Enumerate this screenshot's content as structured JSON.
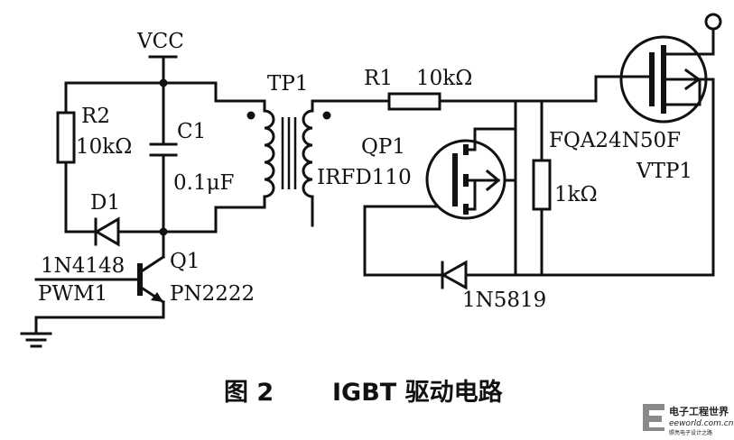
{
  "labels": {
    "vcc": "VCC",
    "r2": "R2",
    "r2_value": "10kΩ",
    "c1": "C1",
    "c1_value": "0.1μF",
    "d1": "D1",
    "d1_part": "1N4148",
    "q1": "Q1",
    "q1_part": "PN2222",
    "pwm": "PWM1",
    "tp1": "TP1",
    "r1": "R1",
    "r1_value": "10kΩ",
    "qp1": "QP1",
    "qp1_part": "IRFD110",
    "r_gate_value": "1kΩ",
    "vtp1_part": "FQA24N50F",
    "vtp1": "VTP1",
    "d2_part": "1N5819"
  },
  "caption": {
    "figure": "图 2",
    "title": "IGBT 驱动电路"
  },
  "watermark": {
    "line1": "电子工程世界",
    "line2": "eeworld.com.cn",
    "line3": "照亮电子设计之路"
  }
}
